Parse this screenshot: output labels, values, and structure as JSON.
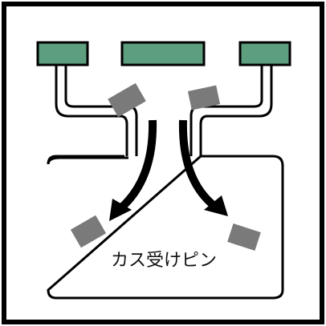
{
  "diagram": {
    "caption": "カス受けピン",
    "colors": {
      "pad_fill": "#5c9e7e",
      "debris_fill": "#7a7a7a",
      "stroke": "#000000",
      "background": "#ffffff"
    },
    "icons": {
      "pads": "green-rectangles",
      "debris": "gray-chips",
      "arrows": "curved-black-arrows"
    }
  }
}
